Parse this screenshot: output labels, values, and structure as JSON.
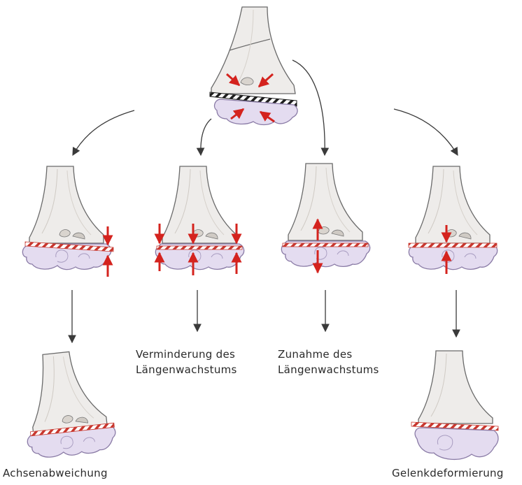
{
  "labels": {
    "decrease": [
      "Verminderung des",
      "Längenwachstums"
    ],
    "increase": [
      "Zunahme des",
      "Längenwachstums"
    ],
    "axis_deviation": "Achsenabweichung",
    "joint_deformation": "Gelenkdeformierung"
  },
  "colors": {
    "bone_fill": "#eeecea",
    "bone_stroke": "#6a6a6a",
    "cartilage_fill": "#e4dcf0",
    "cartilage_stroke": "#8a7ba6",
    "growth_plate_red": "#c8372e",
    "growth_plate_black": "#1e1e1e",
    "arrow_red": "#d4231e",
    "connector": "#3a3a3a"
  }
}
